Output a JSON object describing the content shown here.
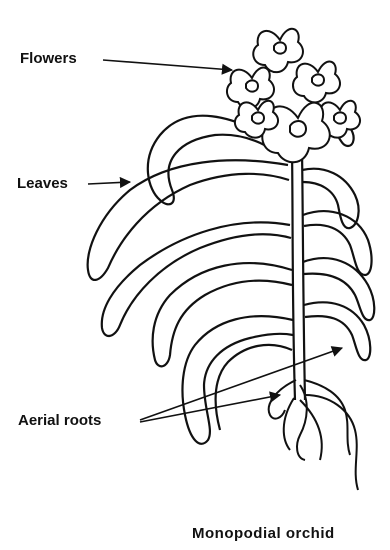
{
  "labels": {
    "flowers": "Flowers",
    "leaves": "Leaves",
    "aerial_roots": "Aerial roots"
  },
  "caption": "Monopodial orchid",
  "colors": {
    "ink": "#111111",
    "background": "#ffffff"
  }
}
